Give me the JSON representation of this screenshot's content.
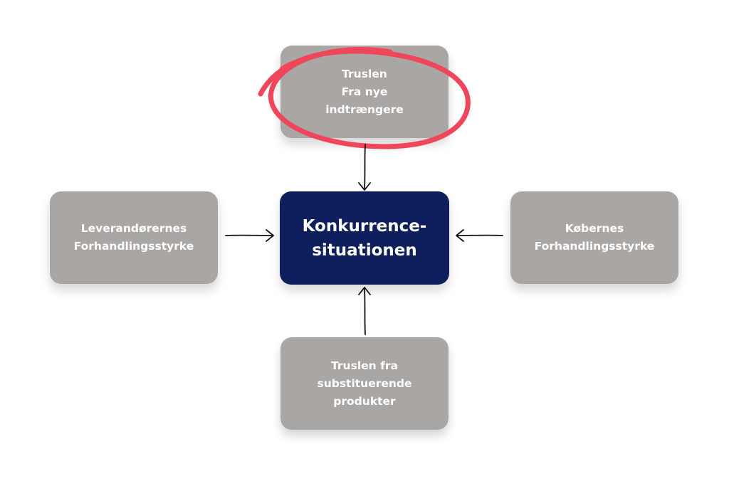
{
  "diagram": {
    "center": {
      "label": "Konkurrence-\nsituationen"
    },
    "top": {
      "label": "Truslen\nFra nye\nindtrængere"
    },
    "left": {
      "label": "Leverandørernes\nForhandlingsstyrke"
    },
    "right": {
      "label": "Købernes\nForhandlingsstyrke"
    },
    "bottom": {
      "label": "Truslen fra\nsubstituerende\nprodukter"
    }
  },
  "colors": {
    "box": "#a9a6a4",
    "center": "#0f1f5c",
    "highlight": "#f0465a",
    "arrow": "#111111"
  }
}
